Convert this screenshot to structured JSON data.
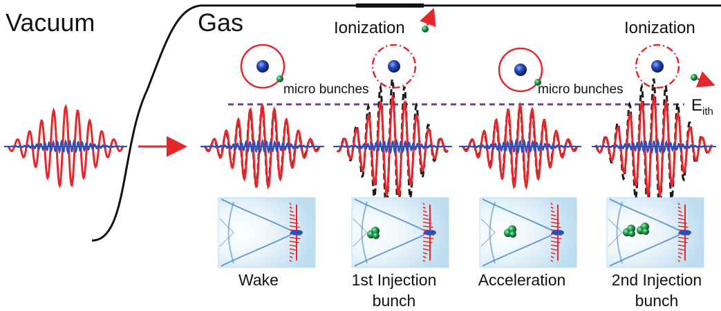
{
  "labels": {
    "vacuum": "Vacuum",
    "gas": "Gas",
    "ionization_1": "Ionization",
    "ionization_2": "Ionization",
    "micro_bunches_1": "micro bunches",
    "micro_bunches_2": "micro bunches",
    "threshold_symbol": "E",
    "threshold_subscript": "ith"
  },
  "stages": [
    {
      "caption_line1": "Wake",
      "caption_line2": ""
    },
    {
      "caption_line1": "1st Injection",
      "caption_line2": "bunch"
    },
    {
      "caption_line1": "Acceleration",
      "caption_line2": ""
    },
    {
      "caption_line1": "2nd Injection",
      "caption_line2": "bunch"
    }
  ],
  "colors": {
    "laser_red": "#e8262a",
    "plasma_blue": "#2a4fbf",
    "field_dashed": "#1a1a1a",
    "threshold_purple": "#6a3fa0",
    "electron_green": "#1f9a4a",
    "atom_blue": "#1f3a8f",
    "wake_background": "#cfe6f4"
  }
}
